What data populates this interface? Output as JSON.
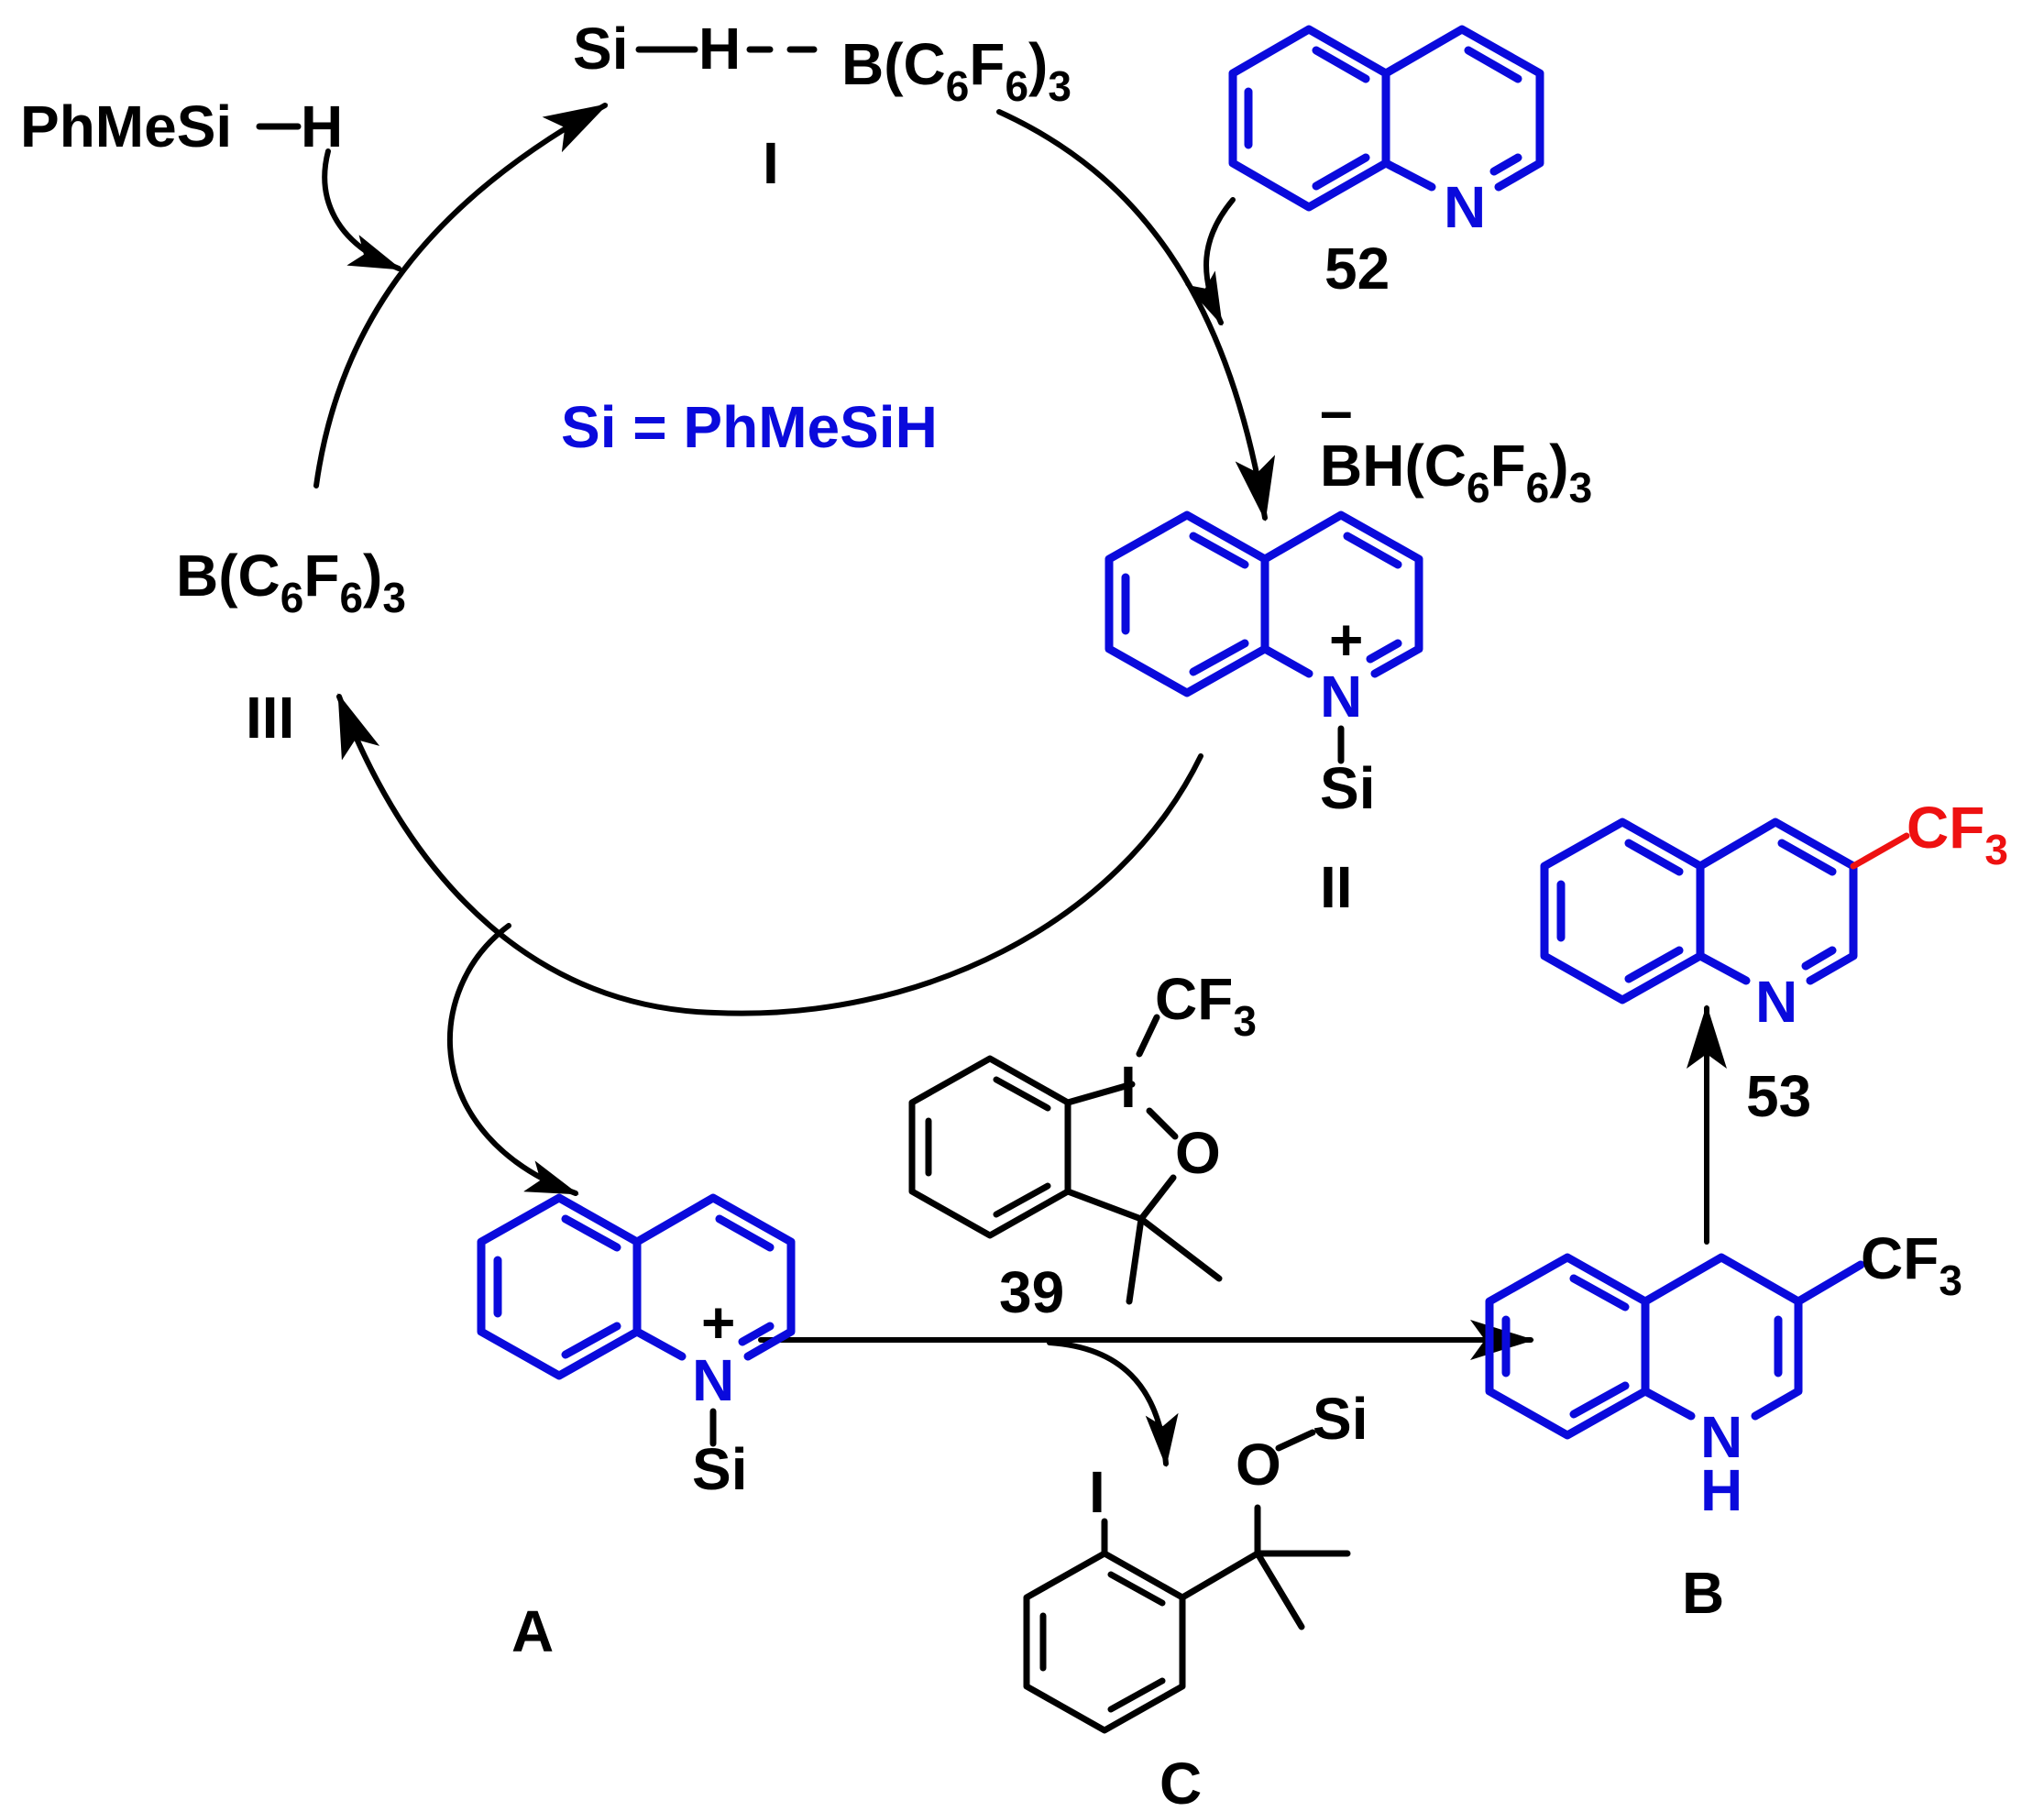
{
  "colors": {
    "blue": "#0a0adc",
    "red": "#ee1111",
    "black": "#000000"
  },
  "reagent_silane": {
    "text": "PhMeSi",
    "tail": "H"
  },
  "intermediate_I": {
    "si": "Si",
    "h": "H",
    "borane": "B(C",
    "sub1": "6",
    "f": "F",
    "sub2": "6",
    "close": ")",
    "sub3": "3",
    "label": "I"
  },
  "compound_52": {
    "atom_n": "N",
    "label": "52"
  },
  "anion": {
    "charge": "–",
    "text": "BH(C",
    "sub1": "6",
    "f": "F",
    "sub2": "6",
    "close": ")",
    "sub3": "3"
  },
  "intermediate_II": {
    "atom_n": "N",
    "charge": "+",
    "si": "Si",
    "label": "II"
  },
  "legend": {
    "text": "Si = PhMeSiH"
  },
  "catalyst_III": {
    "text": "B(C",
    "sub1": "6",
    "f": "F",
    "sub2": "6",
    "close": ")",
    "sub3": "3",
    "label": "III"
  },
  "product_53": {
    "atom_n": "N",
    "cf": "CF",
    "cf_sub": "3",
    "label": "53"
  },
  "reagent_39": {
    "cf": "CF",
    "cf_sub": "3",
    "atom_i": "I",
    "atom_o": "O",
    "label": "39"
  },
  "intermediate_A": {
    "atom_n": "N",
    "charge": "+",
    "si": "Si",
    "label": "A"
  },
  "intermediate_B": {
    "atom_n": "N",
    "atom_h": "H",
    "cf": "CF",
    "cf_sub": "3",
    "label": "B"
  },
  "byproduct_C": {
    "atom_i": "I",
    "atom_o": "O",
    "si": "Si",
    "label": "C"
  }
}
